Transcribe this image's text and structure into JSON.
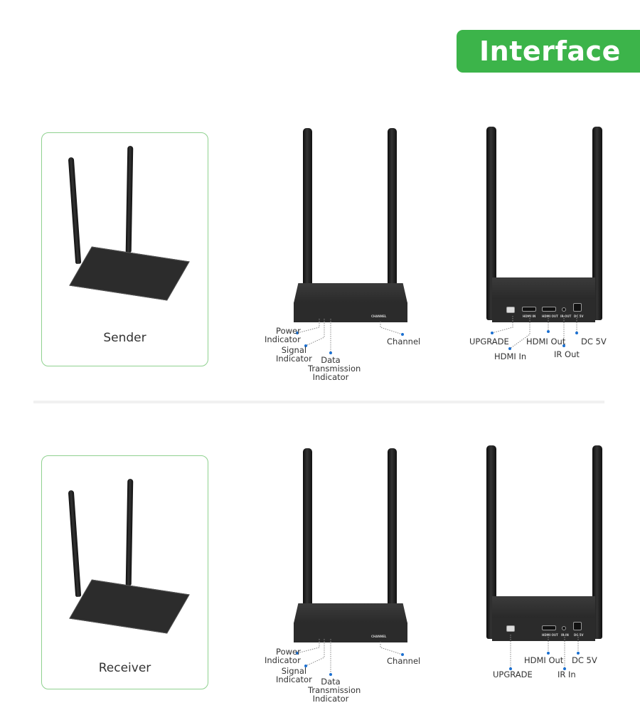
{
  "header": {
    "title": "Interface"
  },
  "rows": [
    {
      "card_label": "Sender",
      "front_labels": {
        "power": "Power\nIndicator",
        "signal": "Signal\nIndicator",
        "data": "Data\nTransmission\nIndicator",
        "channel": "Channel"
      },
      "front_panel_text": "CHANNEL",
      "back_labels": {
        "upgrade": "UPGRADE",
        "hdmi_in": "HDMI In",
        "hdmi_out": "HDMI Out",
        "ir": "IR Out",
        "dc": "DC 5V"
      },
      "back_panel_text": {
        "hdmi_in": "HDMI IN",
        "hdmi_out": "HDMI OUT",
        "ir": "IR OUT",
        "dc": "DC 5V"
      }
    },
    {
      "card_label": "Receiver",
      "front_labels": {
        "power": "Power\nIndicator",
        "signal": "Signal\nIndicator",
        "data": "Data\nTransmission\nIndicator",
        "channel": "Channel"
      },
      "front_panel_text": "CHANNEL",
      "back_labels": {
        "upgrade": "UPGRADE",
        "hdmi_out": "HDMI Out",
        "ir": "IR In",
        "dc": "DC 5V"
      },
      "back_panel_text": {
        "hdmi_out": "HDMI OUT",
        "ir": "IR IN",
        "dc": "DC 5V"
      }
    }
  ],
  "colors": {
    "accent": "#3cb44a",
    "card_border": "#8fd18f",
    "leader_dot": "#1a6fd1"
  }
}
